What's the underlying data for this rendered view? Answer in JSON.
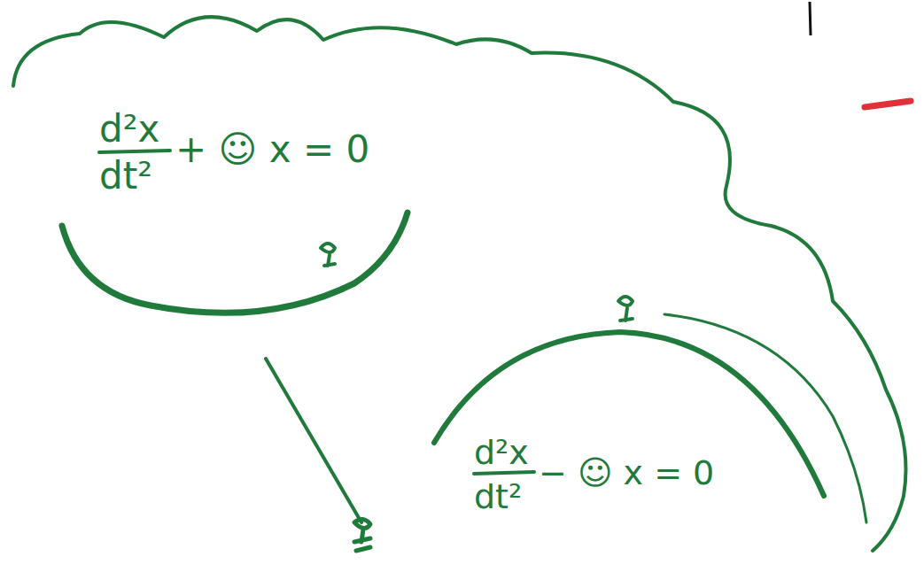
{
  "diagram": {
    "labels": [
      "d²x",
      "dt²",
      "+ ☺ x = 0",
      "d²x",
      "dt²",
      "− ☺ x = 0"
    ]
  }
}
